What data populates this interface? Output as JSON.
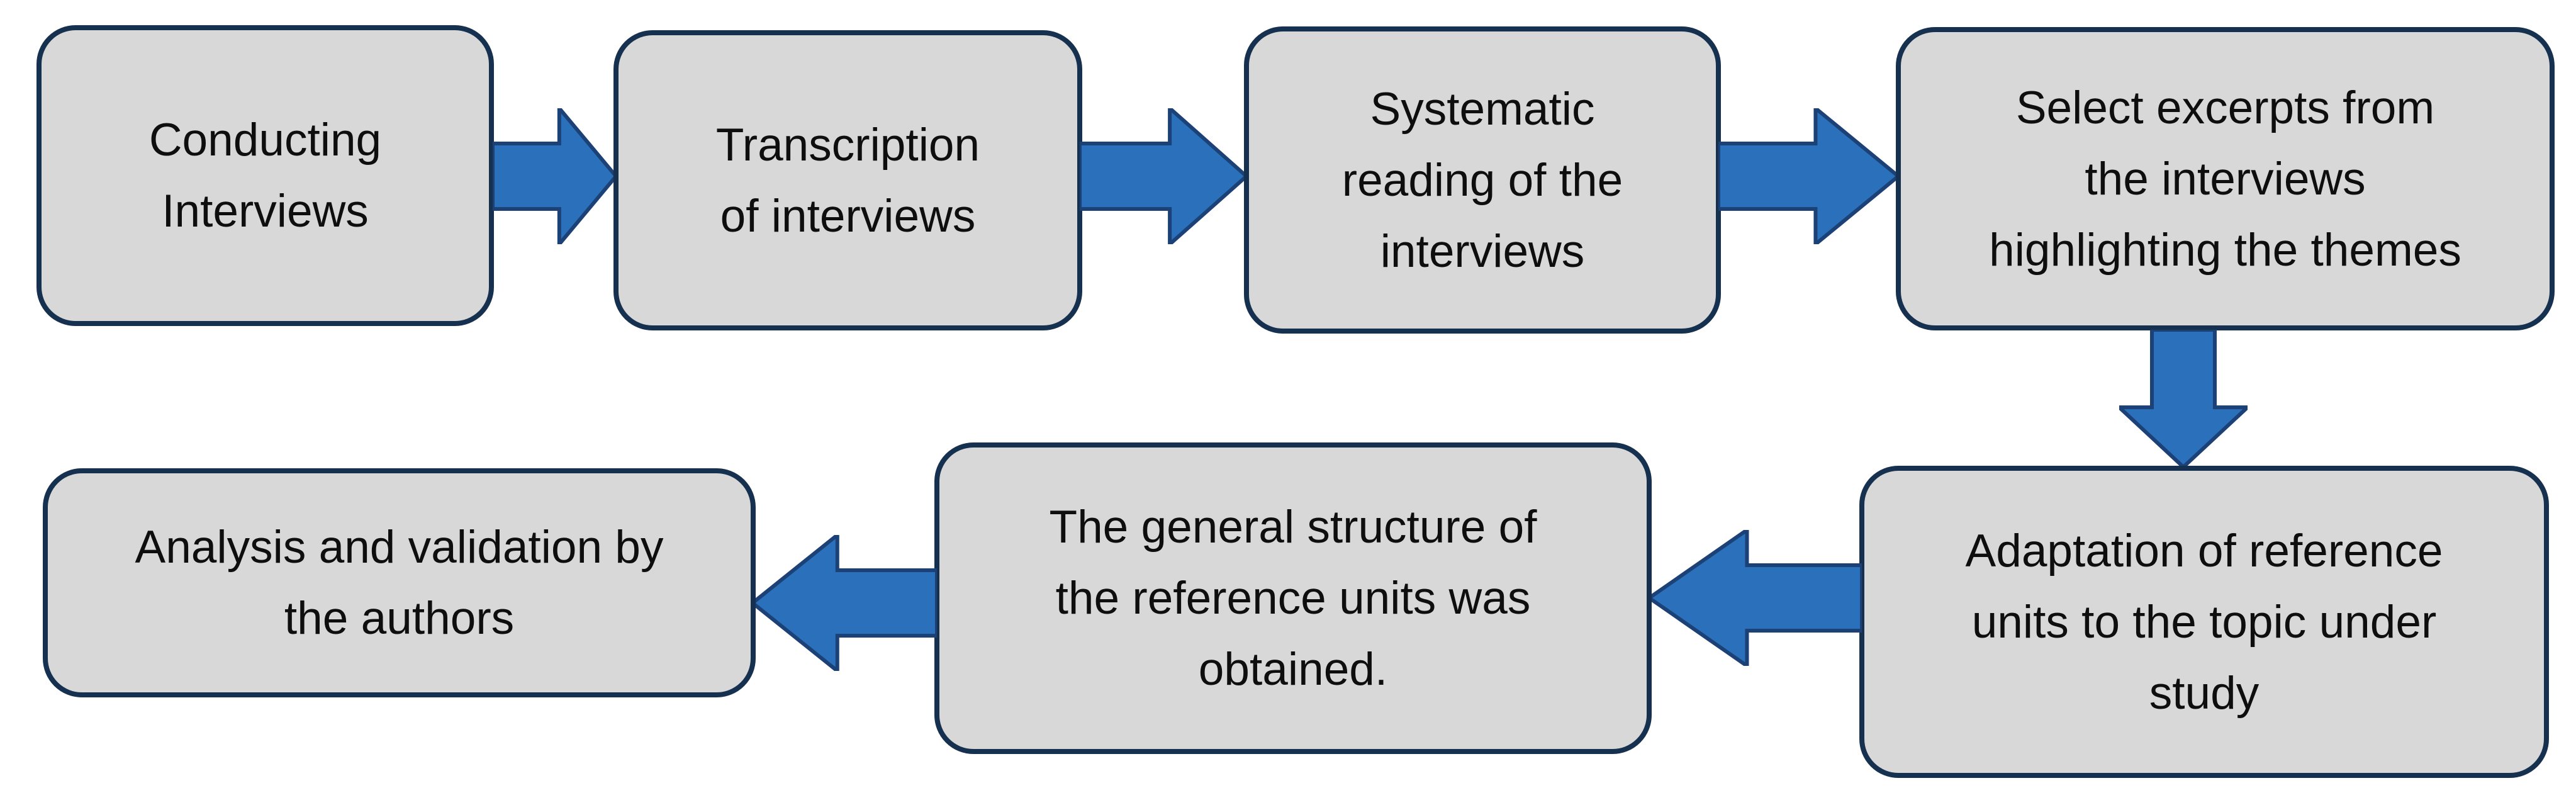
{
  "diagram": {
    "colors": {
      "page_bg": "#ffffff",
      "box_fill": "#d8d8d8",
      "box_border": "#16304f",
      "arrow_fill": "#2b70ba",
      "arrow_border": "#1b4176",
      "text": "#0e0e0e"
    },
    "steps": [
      {
        "lines": [
          "Conducting",
          "Interviews"
        ]
      },
      {
        "lines": [
          "Transcription",
          "of interviews"
        ]
      },
      {
        "lines": [
          "Systematic",
          "reading of the",
          "interviews"
        ]
      },
      {
        "lines": [
          "Select excerpts from",
          "the interviews",
          "highlighting the themes"
        ]
      },
      {
        "lines": [
          "Adaptation of reference",
          "units to the topic under",
          "study"
        ]
      },
      {
        "lines": [
          "The general structure of",
          "the reference units was",
          "obtained."
        ]
      },
      {
        "lines": [
          "Analysis and validation by",
          "the authors"
        ]
      }
    ]
  }
}
